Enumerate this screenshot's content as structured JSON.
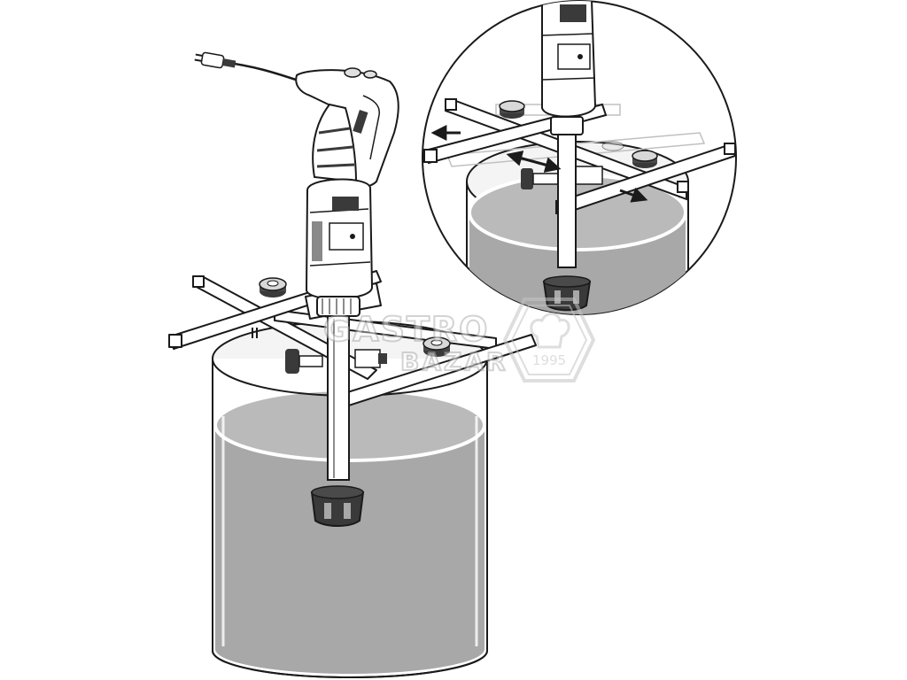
{
  "colors": {
    "background": "#ffffff",
    "line": "#1a1a1a",
    "liquid": "#a8a8a8",
    "liquid_surface": "#b9b9b9",
    "pot_inner": "#f2f2f2",
    "tool_dark": "#3a3a3a",
    "watermark": "#c4c4c4"
  },
  "icons": {
    "arrow": "double-arrow-icon",
    "knob": "knurled-knob-icon",
    "plug": "power-plug-icon",
    "logo": "chef-hat-hexagon-logo"
  },
  "watermark": {
    "line1": "GASTRO",
    "line2": "BAZAR",
    "year": "1995"
  }
}
